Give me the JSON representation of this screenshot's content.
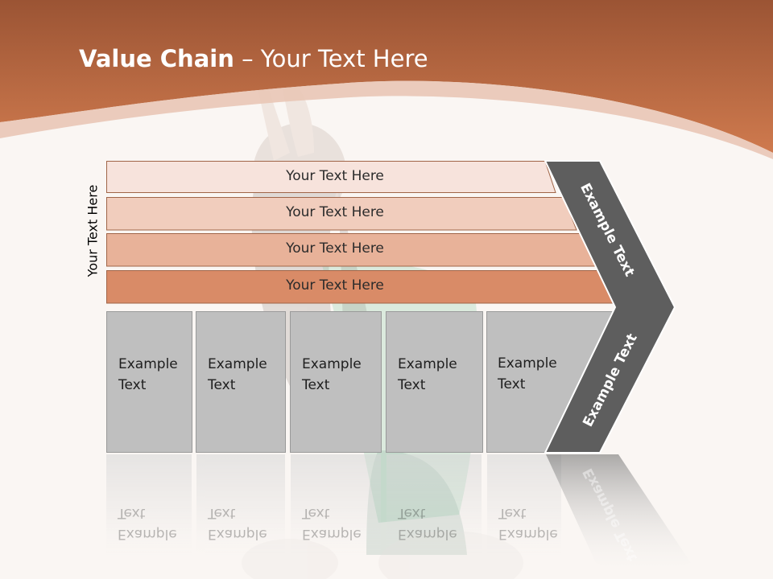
{
  "slide": {
    "title_bold": "Value Chain",
    "title_rest": " – Your Text Here",
    "vertical_label": "Your Text Here"
  },
  "bars": [
    {
      "label": "Your Text Here"
    },
    {
      "label": "Your Text Here"
    },
    {
      "label": "Your Text Here"
    },
    {
      "label": "Your Text Here"
    }
  ],
  "columns": [
    {
      "line1": "Example",
      "line2": "Text"
    },
    {
      "line1": "Example",
      "line2": "Text"
    },
    {
      "line1": "Example",
      "line2": "Text"
    },
    {
      "line1": "Example",
      "line2": "Text"
    },
    {
      "line1": "Example",
      "line2": "Text"
    }
  ],
  "chevron": {
    "upper_label": "Example Text",
    "lower_label": "Example Text"
  },
  "colors": {
    "header_brown": "#b86a45",
    "bar_1": "#f7e3dc",
    "bar_2": "#f1cdbd",
    "bar_3": "#e8b299",
    "bar_4": "#d98b67",
    "column_gray": "#bfbfbf",
    "chevron_dark": "#5e5e5e"
  }
}
